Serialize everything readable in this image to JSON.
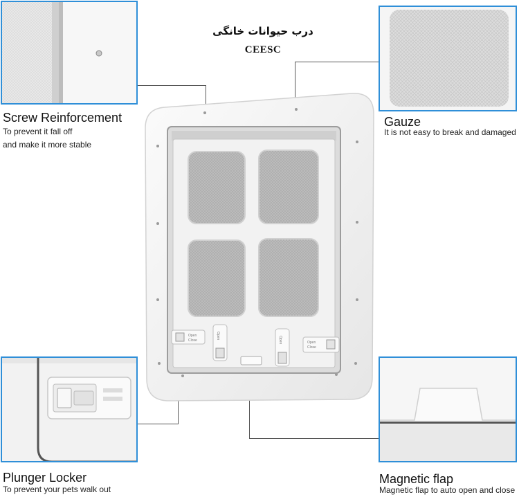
{
  "header": {
    "title_fa": "درب حیوانات خانگی",
    "title_en": "CEESC"
  },
  "features": {
    "screw": {
      "title": "Screw Reinforcement",
      "desc_line1": "To prevent it fall off",
      "desc_line2": "and make it more stable"
    },
    "gauze": {
      "title": "Gauze",
      "desc": "It is not easy to break and damaged"
    },
    "plunger": {
      "title": "Plunger Locker",
      "desc": "To prevent your pets walk out"
    },
    "magnetic": {
      "title": "Magnetic flap",
      "desc": "Magnetic flap to auto open and close"
    }
  },
  "door": {
    "lock_open_label": "Open",
    "lock_close_label": "Close"
  },
  "colors": {
    "panel_border": "#2f8fd8",
    "leader_line": "#555555"
  }
}
